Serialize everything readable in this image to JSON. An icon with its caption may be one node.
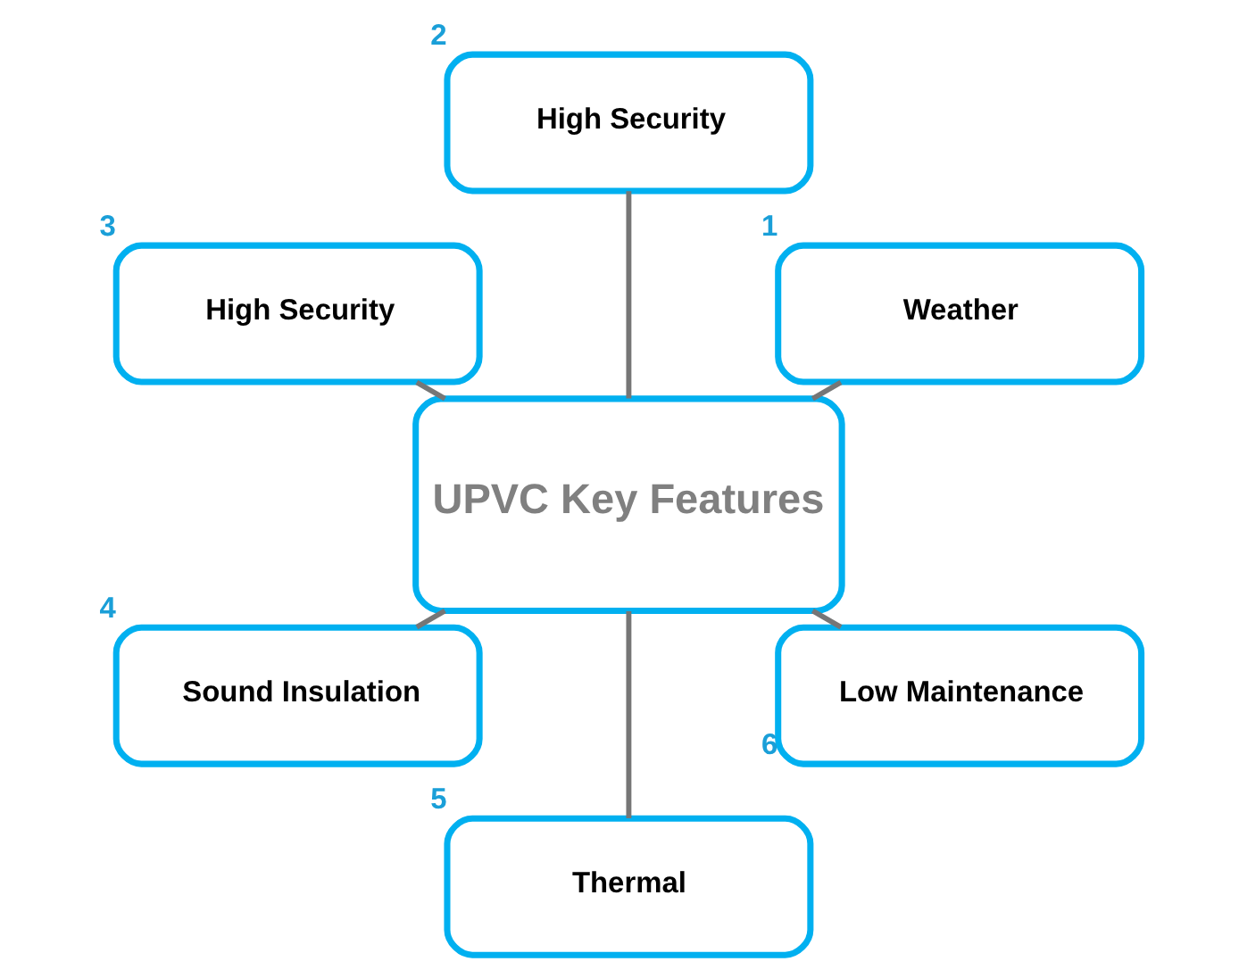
{
  "diagram": {
    "nodes": [
      {
        "text": [
          "UPVC Key Features"
        ]
      },
      {
        "text": [
          "Weather"
        ],
        "beside": [
          "1"
        ]
      },
      {
        "text": [
          "High Security"
        ],
        "beside": [
          "2"
        ]
      },
      {
        "text": [
          "High Security"
        ],
        "beside": [
          "3"
        ]
      },
      {
        "text": [
          "Sound Insulation"
        ],
        "beside": [
          "4"
        ]
      },
      {
        "text": [
          "Thermal"
        ],
        "beside": [
          "5"
        ]
      },
      {
        "text": [
          "Low Maintenance"
        ],
        "beside": [
          "6"
        ]
      }
    ],
    "edges": [
      {
        "from": 0,
        "to": 1,
        "arrow": "none"
      },
      {
        "from": 0,
        "to": 2,
        "arrow": "none"
      },
      {
        "from": 0,
        "to": 3,
        "arrow": "none"
      },
      {
        "from": 0,
        "to": 4,
        "arrow": "none"
      },
      {
        "from": 0,
        "to": 5,
        "arrow": "none"
      },
      {
        "from": 0,
        "to": 6,
        "arrow": "none"
      }
    ]
  }
}
